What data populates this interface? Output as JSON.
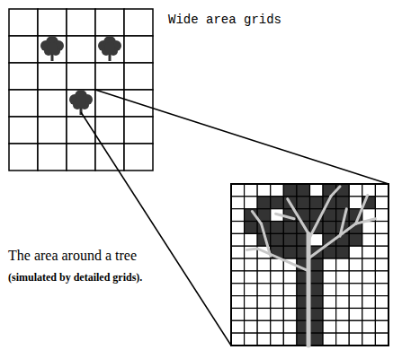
{
  "diagram": {
    "labels": [
      "Wide area grids",
      "The area around a tree",
      "(simulated by detailed grids)."
    ]
  }
}
